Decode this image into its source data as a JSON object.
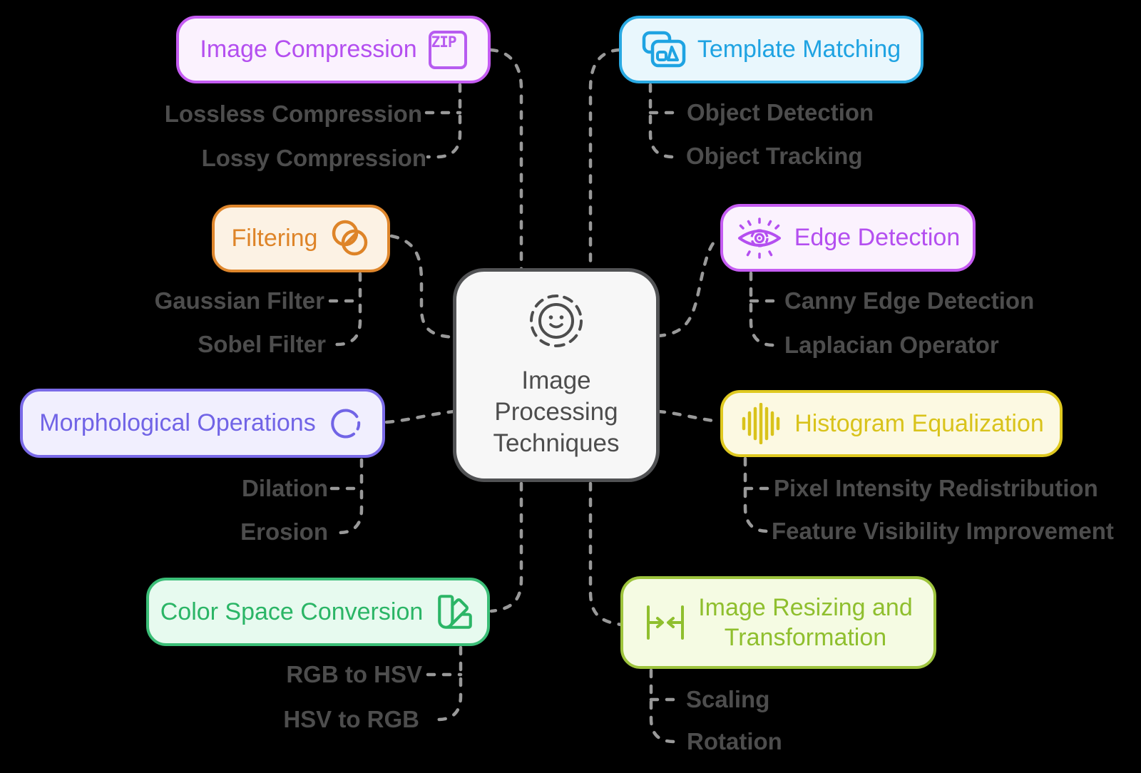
{
  "diagram": {
    "background": "#000000",
    "connector_color": "#999999",
    "center": {
      "title": "Image Processing Techniques",
      "title_lines": [
        "Image",
        "Processing",
        "Techniques"
      ],
      "icon": "smiley-face-icon",
      "border_color": "#515254",
      "fill": "#F7F7F7",
      "text_color": "#4D4D4D"
    },
    "branches": [
      {
        "id": "image-compression",
        "label": "Image Compression",
        "icon": "zip-file-icon",
        "icon_text": "ZIP",
        "border_color": "#C55CF2",
        "fill": "#FBF2FE",
        "text_color": "#B44FF0",
        "children": [
          "Lossless Compression",
          "Lossy Compression"
        ]
      },
      {
        "id": "template-matching",
        "label": "Template Matching",
        "icon": "stacked-images-icon",
        "border_color": "#29A9E2",
        "fill": "#E9F7FD",
        "text_color": "#1FA3E2",
        "children": [
          "Object Detection",
          "Object Tracking"
        ]
      },
      {
        "id": "filtering",
        "label": "Filtering",
        "icon": "overlapping-circles-filter-icon",
        "border_color": "#DE862C",
        "fill": "#FCF2E4",
        "text_color": "#DE8428",
        "children": [
          "Gaussian Filter",
          "Sobel Filter"
        ]
      },
      {
        "id": "edge-detection",
        "label": "Edge Detection",
        "icon": "eye-target-icon",
        "border_color": "#C55CF2",
        "fill": "#FBF2FE",
        "text_color": "#B44FF0",
        "children": [
          "Canny Edge Detection",
          "Laplacian Operator"
        ]
      },
      {
        "id": "morphological-operations",
        "label": "Morphological Operations",
        "icon": "dashed-circle-icon",
        "border_color": "#7A6AE8",
        "fill": "#F1EFFE",
        "text_color": "#7164E6",
        "children": [
          "Dilation",
          "Erosion"
        ]
      },
      {
        "id": "histogram-equalization",
        "label": "Histogram Equalization",
        "icon": "waveform-bars-icon",
        "border_color": "#DFC920",
        "fill": "#FCF9E2",
        "text_color": "#D9C31B",
        "children": [
          "Pixel Intensity Redistribution",
          "Feature Visibility Improvement"
        ]
      },
      {
        "id": "color-space-conversion",
        "label": "Color Space Conversion",
        "icon": "color-swatch-icon",
        "border_color": "#3BBE77",
        "fill": "#E7FAEF",
        "text_color": "#2BB566",
        "children": [
          "RGB to HSV",
          "HSV to RGB"
        ]
      },
      {
        "id": "image-resizing-and-transformation",
        "label": "Image Resizing and Transformation",
        "label_lines": [
          "Image Resizing and",
          "Transformation"
        ],
        "icon": "horizontal-resize-icon",
        "border_color": "#9EC43D",
        "fill": "#F5FBE3",
        "text_color": "#8FBF2E",
        "children": [
          "Scaling",
          "Rotation"
        ]
      }
    ]
  }
}
